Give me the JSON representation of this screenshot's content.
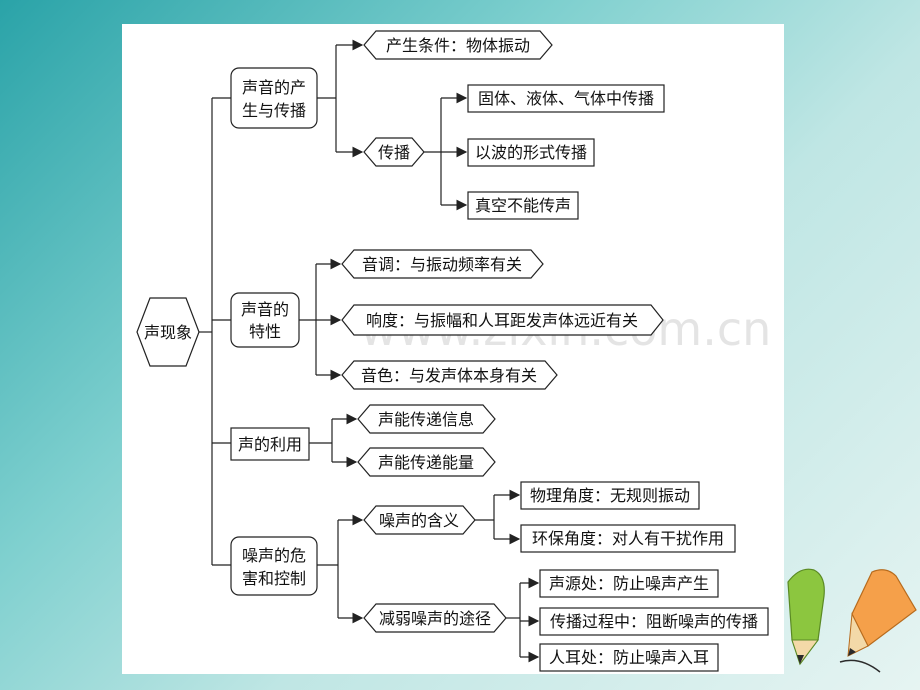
{
  "root": {
    "label": "声现象"
  },
  "branches": [
    {
      "id": "b1",
      "label_lines": [
        "声音的产",
        "生与传播"
      ]
    },
    {
      "id": "b2",
      "label_lines": [
        "声音的",
        "特性"
      ]
    },
    {
      "id": "b3",
      "label_lines": [
        "声的利用"
      ]
    },
    {
      "id": "b4",
      "label_lines": [
        "噪声的危",
        "害和控制"
      ]
    }
  ],
  "leaves": {
    "b1_condition": "产生条件：物体振动",
    "b1_propagation": "传播",
    "b1_prop_1": "固体、液体、气体中传播",
    "b1_prop_2": "以波的形式传播",
    "b1_prop_3": "真空不能传声",
    "b2_pitch": "音调：与振动频率有关",
    "b2_loudness": "响度：与振幅和人耳距发声体远近有关",
    "b2_timbre": "音色：与发声体本身有关",
    "b3_info": "声能传递信息",
    "b3_energy": "声能传递能量",
    "b4_meaning": "噪声的含义",
    "b4_meaning_1": "物理角度：无规则振动",
    "b4_meaning_2": "环保角度：对人有干扰作用",
    "b4_reduce": "减弱噪声的途径",
    "b4_reduce_1": "声源处：防止噪声产生",
    "b4_reduce_2": "传播过程中：阻断噪声的传播",
    "b4_reduce_3": "人耳处：防止噪声入耳"
  },
  "watermark": "www.zixin.com.cn",
  "colors": {
    "pencil_green": "#8cc63f",
    "pencil_orange": "#f5a04a"
  }
}
